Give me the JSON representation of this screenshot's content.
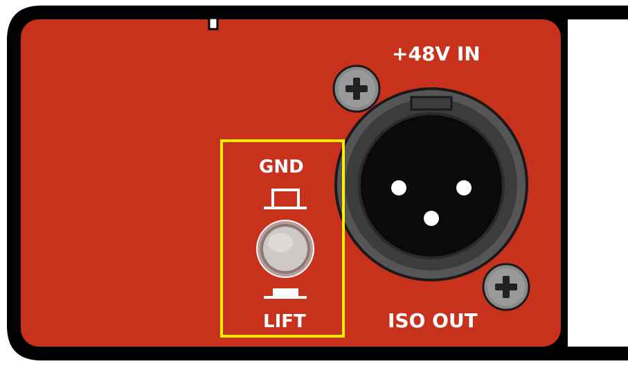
{
  "panel": {
    "colors": {
      "panel": "#c8311b",
      "outline": "#000000",
      "highlight": "#ffee00",
      "button": "#c8c4c0",
      "connector": "#3c3c3c",
      "screw": "#8a8a8a"
    }
  },
  "labels": {
    "phantom_power": "+48V IN",
    "ground": "GND",
    "lift": "LIFT",
    "iso_out": "ISO OUT"
  },
  "switch": {
    "name": "ground-lift-switch",
    "icons": {
      "up": "switch-up-position-icon",
      "down": "switch-down-position-icon"
    }
  },
  "connector": {
    "type": "XLR",
    "pins": 3
  }
}
